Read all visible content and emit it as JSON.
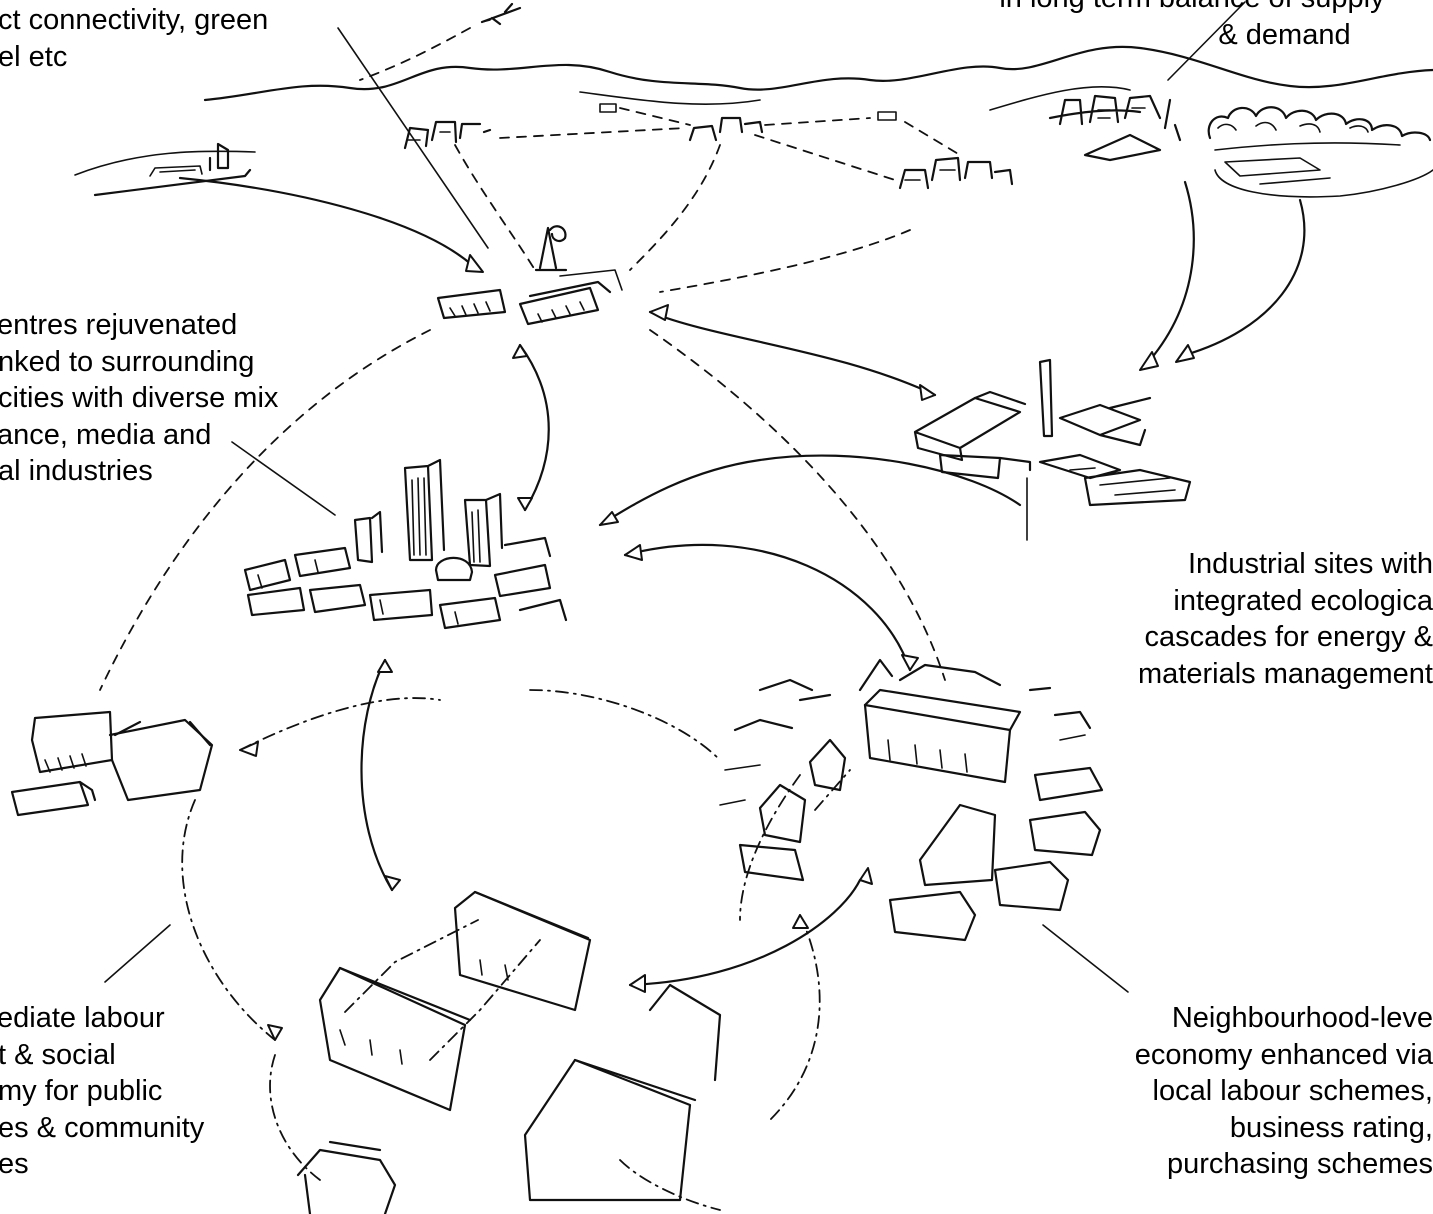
{
  "labels": {
    "top_left": [
      "ct connectivity, green",
      "el etc"
    ],
    "top_right": [
      "in long term balance of supply",
      "& demand"
    ],
    "centres": [
      "entres rejuvenated",
      "nked to surrounding",
      "cities with diverse mix",
      "ance, media and",
      "al industries"
    ],
    "industrial": [
      "Industrial sites with",
      "integrated ecologica",
      "cascades for energy &",
      "materials management"
    ],
    "intermediate": [
      "ediate labour",
      "t & social",
      "my for public",
      "es & community",
      "es"
    ],
    "neighbourhood": [
      "Neighbourhood-leve",
      "economy enhanced via",
      "local labour schemes,",
      "business rating,",
      "purchasing schemes"
    ]
  }
}
